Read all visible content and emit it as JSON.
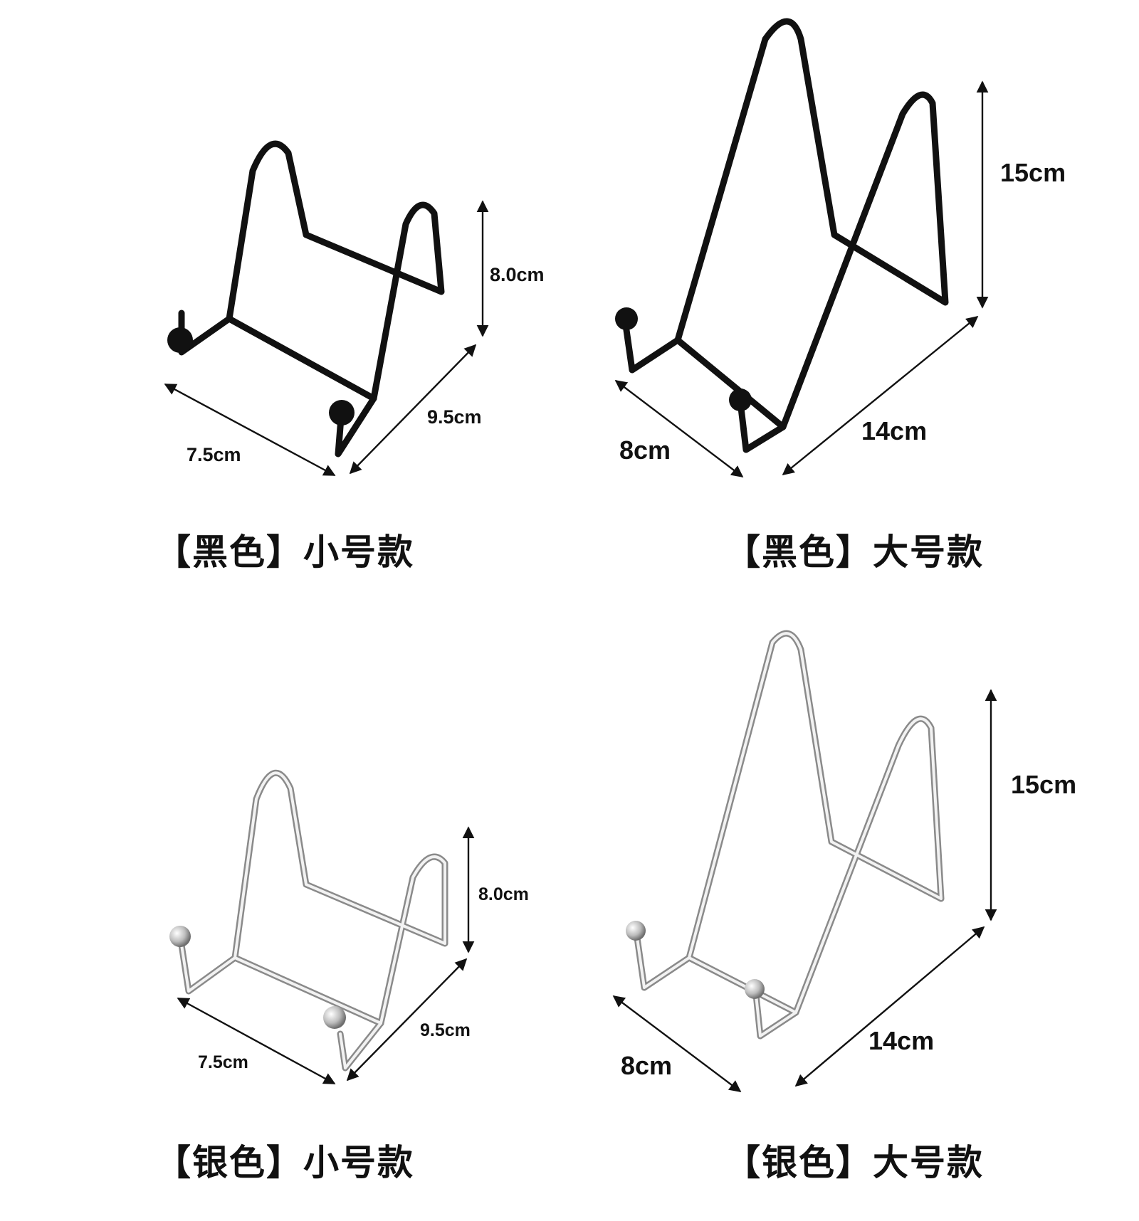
{
  "colors": {
    "black_wire": "#111111",
    "silver_wire": "#b8b8b8",
    "background": "#ffffff"
  },
  "panels": [
    {
      "caption": "【黑色】小号款",
      "variant": "black-small",
      "dims": {
        "height": "8.0cm",
        "depth": "9.5cm",
        "width": "7.5cm"
      }
    },
    {
      "caption": "【黑色】大号款",
      "variant": "black-large",
      "dims": {
        "height": "15cm",
        "depth": "14cm",
        "width": "8cm"
      }
    },
    {
      "caption": "【银色】小号款",
      "variant": "silver-small",
      "dims": {
        "height": "8.0cm",
        "depth": "9.5cm",
        "width": "7.5cm"
      }
    },
    {
      "caption": "【银色】大号款",
      "variant": "silver-large",
      "dims": {
        "height": "15cm",
        "depth": "14cm",
        "width": "8cm"
      }
    }
  ]
}
